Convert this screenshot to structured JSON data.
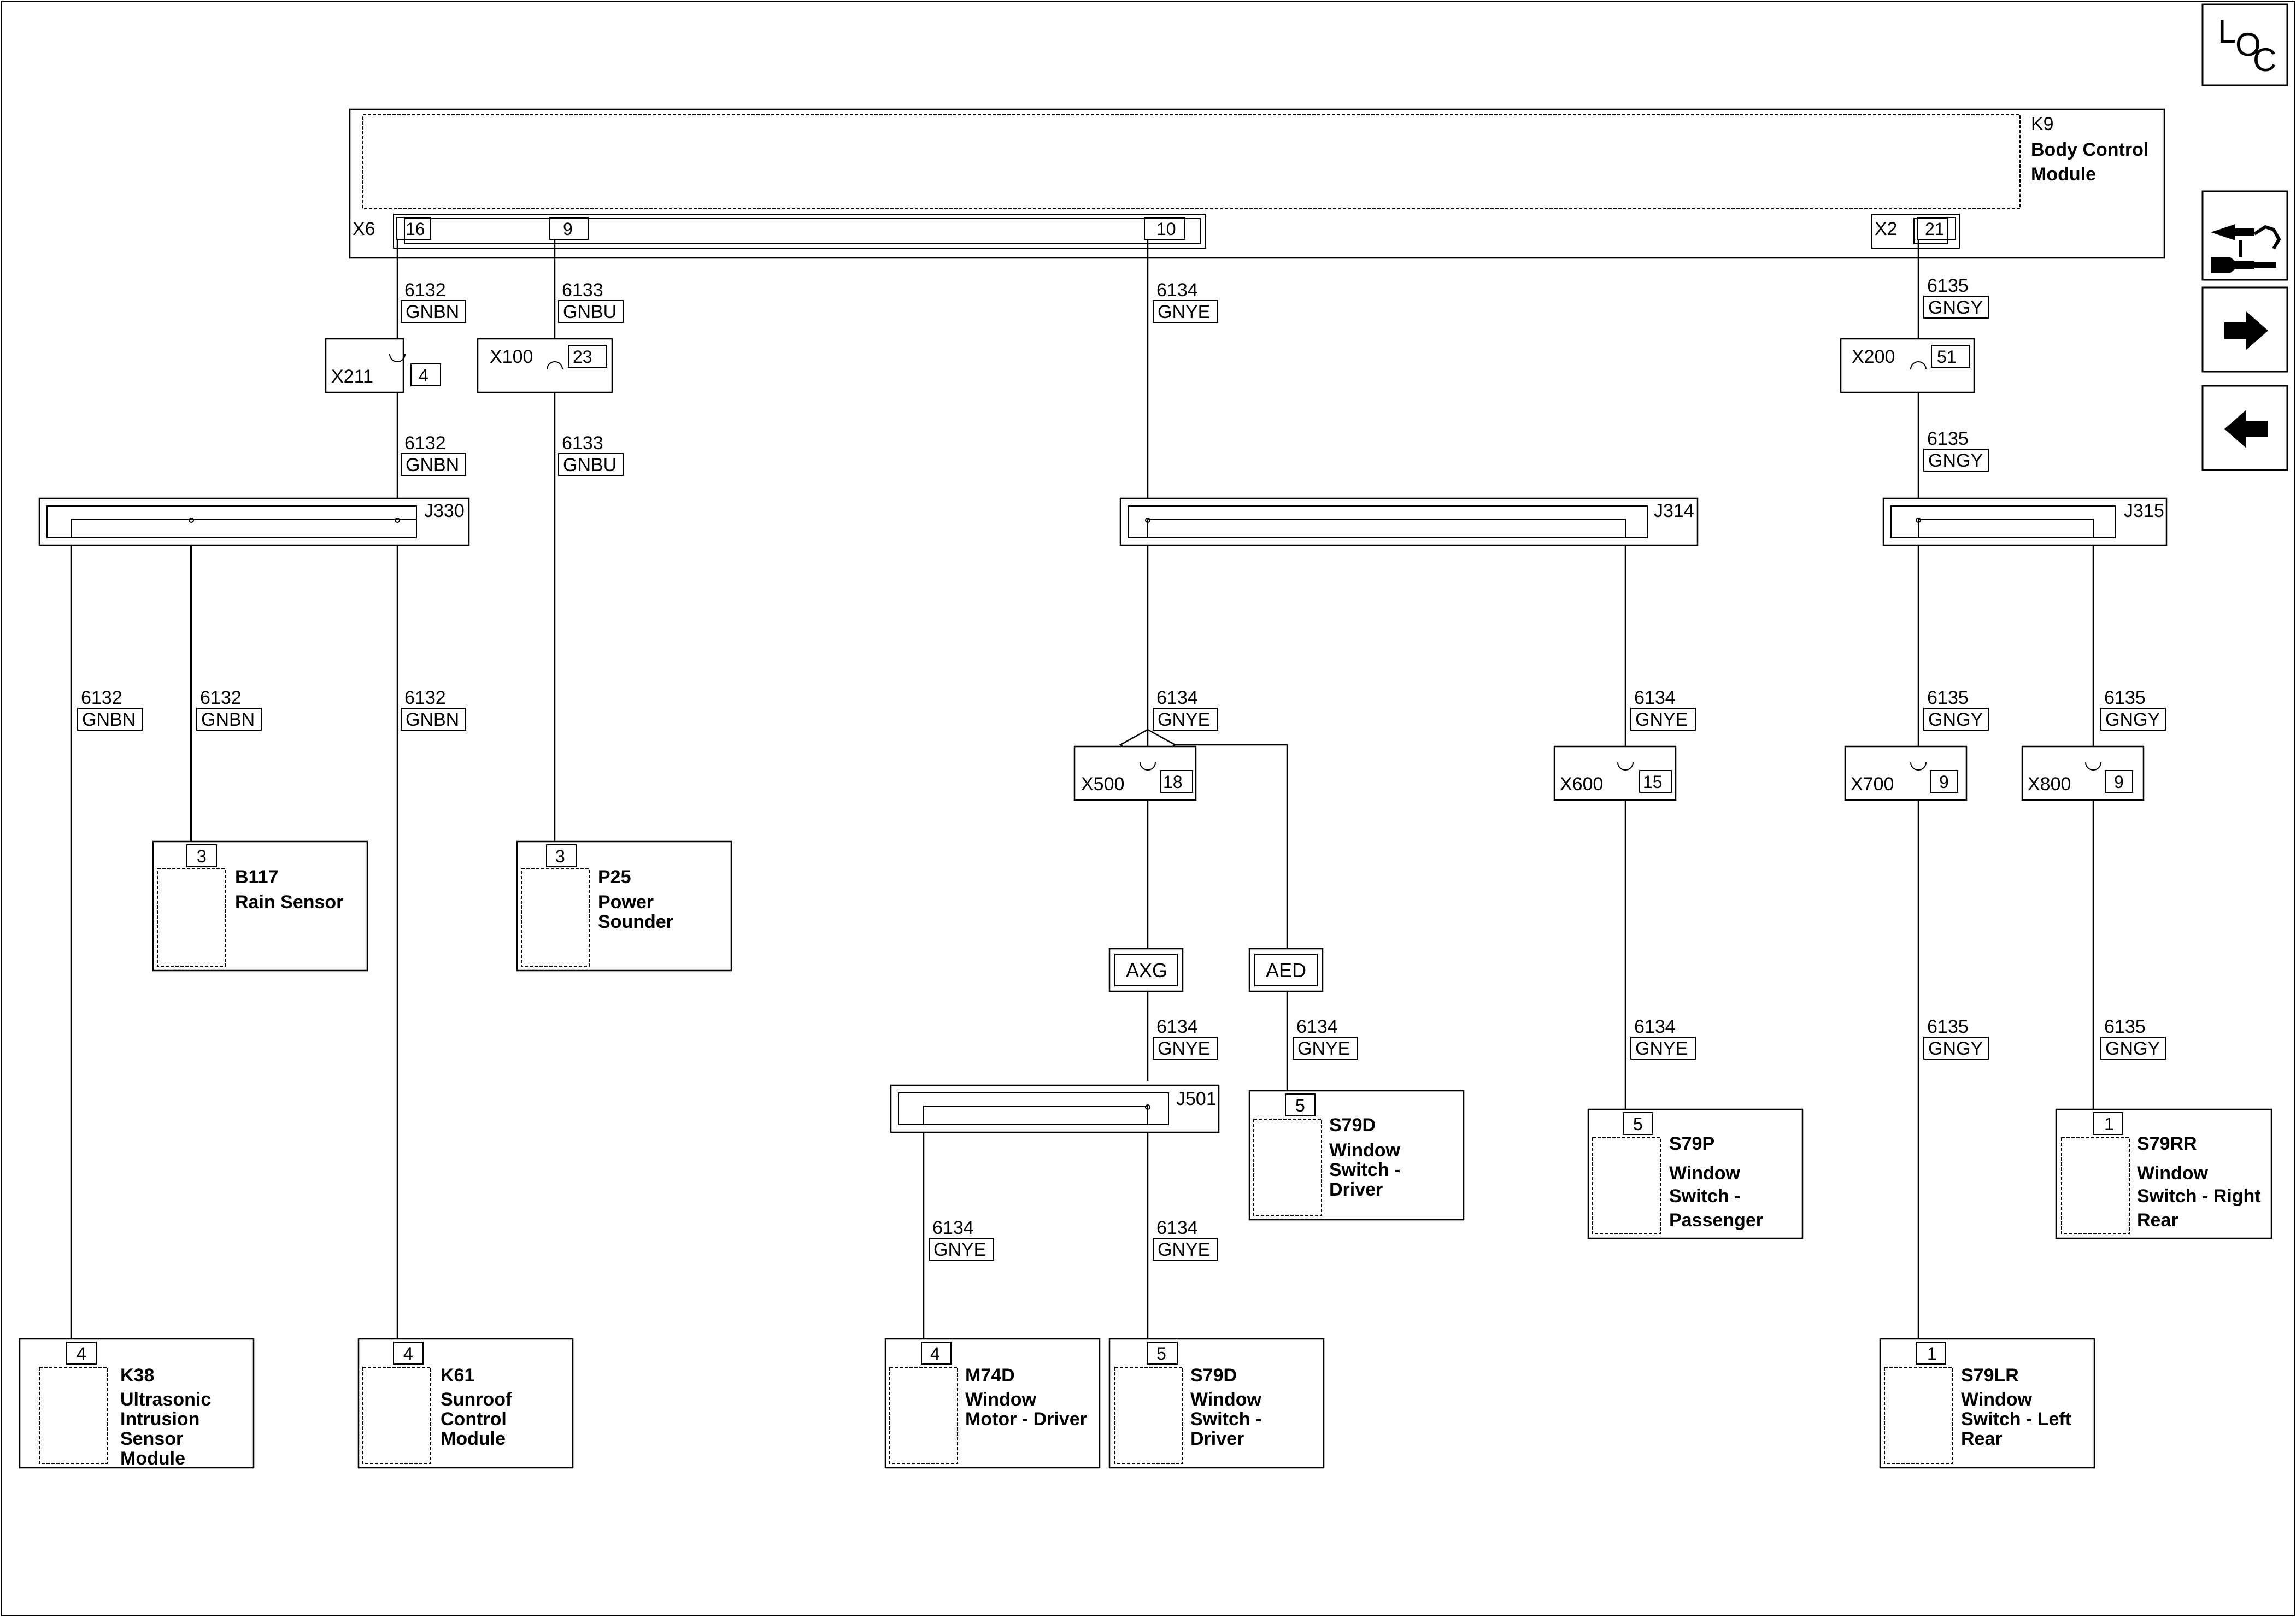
{
  "nav": {
    "loc_label_l": "L",
    "loc_label_o": "O",
    "loc_label_c": "C"
  },
  "k9": {
    "id": "K9",
    "name_1": "Body Control",
    "name_2": "Module",
    "conn_x6": "X6",
    "conn_x2": "X2",
    "pin_16": "16",
    "pin_9": "9",
    "pin_10": "10",
    "pin_21": "21"
  },
  "wires": {
    "w6132": "6132",
    "c6132": "GNBN",
    "w6133": "6133",
    "c6133": "GNBU",
    "w6134": "6134",
    "c6134": "GNYE",
    "w6135": "6135",
    "c6135": "GNGY"
  },
  "inline": {
    "x211": "X211",
    "x211_pin": "4",
    "x100": "X100",
    "x100_pin": "23",
    "x200": "X200",
    "x200_pin": "51",
    "x500": "X500",
    "x500_pin": "18",
    "x600": "X600",
    "x600_pin": "15",
    "x700": "X700",
    "x700_pin": "9",
    "x800": "X800",
    "x800_pin": "9"
  },
  "splices": {
    "j330": "J330",
    "j314": "J314",
    "j315": "J315",
    "j501": "J501"
  },
  "options": {
    "axg": "AXG",
    "aed": "AED"
  },
  "components": {
    "b117": {
      "pin": "3",
      "id": "B117",
      "l1": "Rain Sensor"
    },
    "p25": {
      "pin": "3",
      "id": "P25",
      "l1": "Power",
      "l2": "Sounder"
    },
    "k38": {
      "pin": "4",
      "id": "K38",
      "l1": "Ultrasonic",
      "l2": "Intrusion",
      "l3": "Sensor",
      "l4": "Module"
    },
    "k61": {
      "pin": "4",
      "id": "K61",
      "l1": "Sunroof",
      "l2": "Control",
      "l3": "Module"
    },
    "m74d": {
      "pin": "4",
      "id": "M74D",
      "l1": "Window",
      "l2": "Motor - Driver"
    },
    "s79d_a": {
      "pin": "5",
      "id": "S79D",
      "l1": "Window",
      "l2": "Switch -",
      "l3": "Driver"
    },
    "s79d_b": {
      "pin": "5",
      "id": "S79D",
      "l1": "Window",
      "l2": "Switch -",
      "l3": "Driver"
    },
    "s79p": {
      "pin": "5",
      "id": "S79P",
      "l1": "Window",
      "l2": "Switch -",
      "l3": "Passenger"
    },
    "s79rr": {
      "pin": "1",
      "id": "S79RR",
      "l1": "Window",
      "l2": "Switch - Right",
      "l3": "Rear"
    },
    "s79lr": {
      "pin": "1",
      "id": "S79LR",
      "l1": "Window",
      "l2": "Switch - Left",
      "l3": "Rear"
    }
  }
}
